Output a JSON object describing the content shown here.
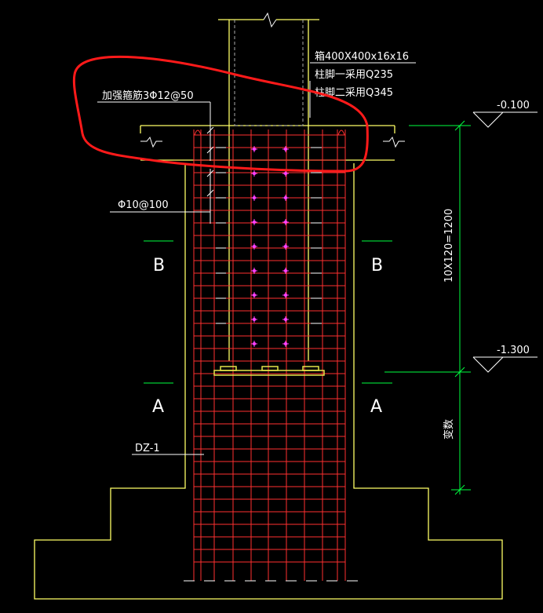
{
  "colors": {
    "background": "#000000",
    "outline": "#ffff66",
    "rebar": "#ff3030",
    "leader": "#ffffff",
    "dimension": "#00ff40",
    "marker": "#ff40ff",
    "plate": "#e6e64a",
    "highlight": "#ff1a1a"
  },
  "labels": {
    "steel_box": "箱400X400x16x16",
    "column_foot_1": "柱脚一采用Q235",
    "column_foot_2": "柱脚二采用Q345",
    "stirrup_dense": "加强箍筋3Φ12@50",
    "stirrup_spacing": "Φ10@100",
    "section_b_left": "B",
    "section_b_right": "B",
    "section_a_left": "A",
    "section_a_right": "A",
    "column_mark": "DZ-1",
    "elevation_top": "-0.100",
    "elevation_mid": "-1.300",
    "dimension_text": "10X120=1200",
    "variable_text": "变数"
  }
}
